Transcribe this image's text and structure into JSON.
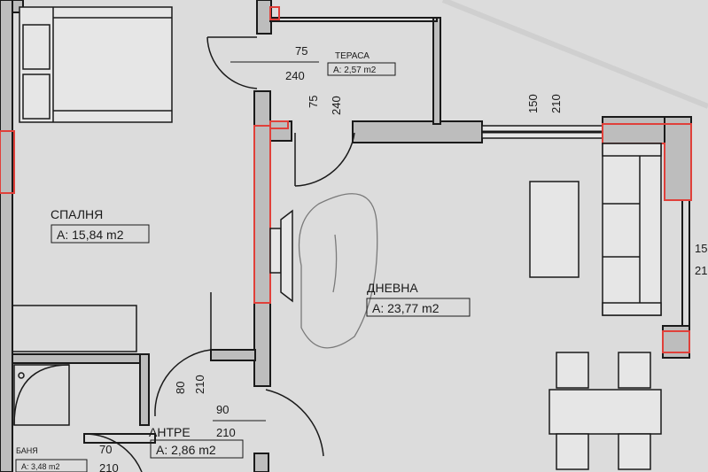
{
  "rooms": {
    "bedroom": {
      "name": "СПАЛНЯ",
      "area": "A: 15,84 m2"
    },
    "living": {
      "name": "ДНЕВНА",
      "area": "A: 23,77 m2"
    },
    "terrace": {
      "name": "ТЕРАСА",
      "area": "A: 2,57 m2"
    },
    "hall": {
      "name": "АНТРЕ",
      "area": "A: 2,86 m2"
    },
    "bath": {
      "name": "БАНЯ",
      "area": "A: 3,48 m2"
    }
  },
  "dimensions": {
    "terrace_door_w": "75",
    "terrace_door_h": "240",
    "terrace_door2_w": "75",
    "terrace_door2_h": "240",
    "window_w": "150",
    "window_h": "210",
    "right_window_w": "15",
    "right_window_h": "21",
    "hall_door_w": "80",
    "hall_door_h": "210",
    "entry_door_w": "90",
    "entry_door_h": "210",
    "bath_door_w": "70",
    "bath_door_h": "210"
  },
  "colors": {
    "background": "#dcdcdc",
    "wall": "#1a1a1a",
    "wall_fill": "#bdbdbd",
    "highlight": "#e0403a",
    "text": "#1a1a1a"
  }
}
